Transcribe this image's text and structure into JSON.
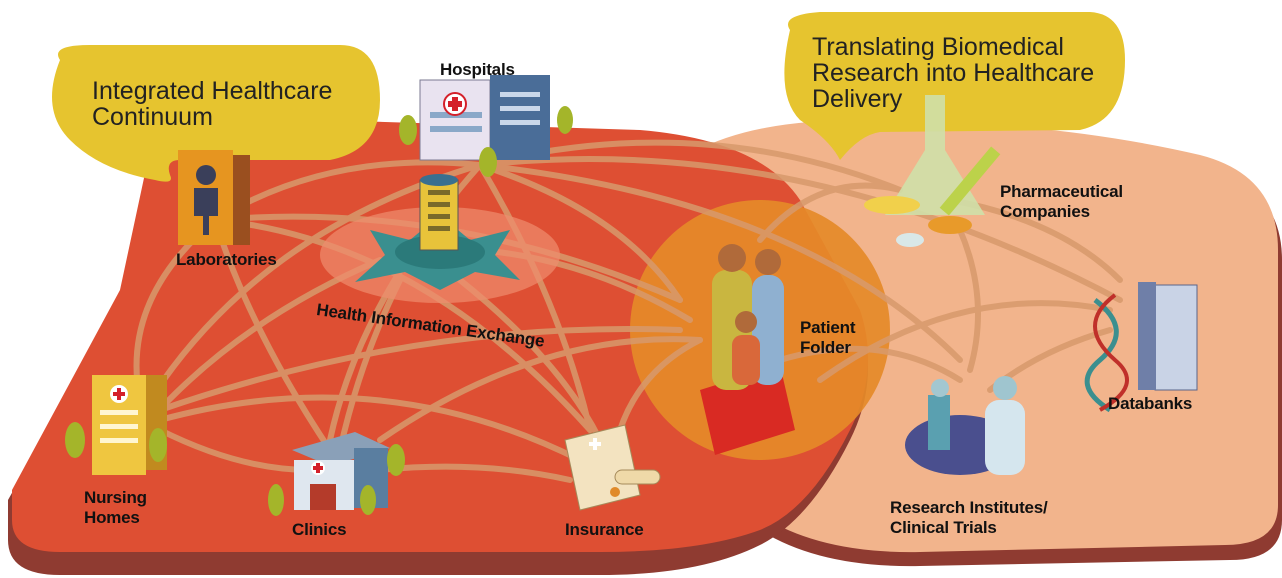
{
  "bubbles": {
    "left": "Integrated Healthcare\nContinuum",
    "right": "Translating Biomedical\nResearch into Healthcare\nDelivery"
  },
  "nodes": {
    "hospitals": "Hospitals",
    "laboratories": "Laboratories",
    "hie": "Health Information Exchange",
    "nursing_homes": "Nursing\nHomes",
    "clinics": "Clinics",
    "insurance": "Insurance",
    "patient_folder": "Patient\nFolder",
    "pharma": "Pharmaceutical\nCompanies",
    "databanks": "Databanks",
    "research": "Research Institutes/\nClinical Trials"
  },
  "colors": {
    "left_region": "#de4f33",
    "left_region_shadow": "#8f3b31",
    "right_region": "#f2b48c",
    "right_region_shadow": "#8f3b31",
    "patient_circle": "#e58a28",
    "bubble": "#e6c42f",
    "connections": "#d89a6c"
  }
}
